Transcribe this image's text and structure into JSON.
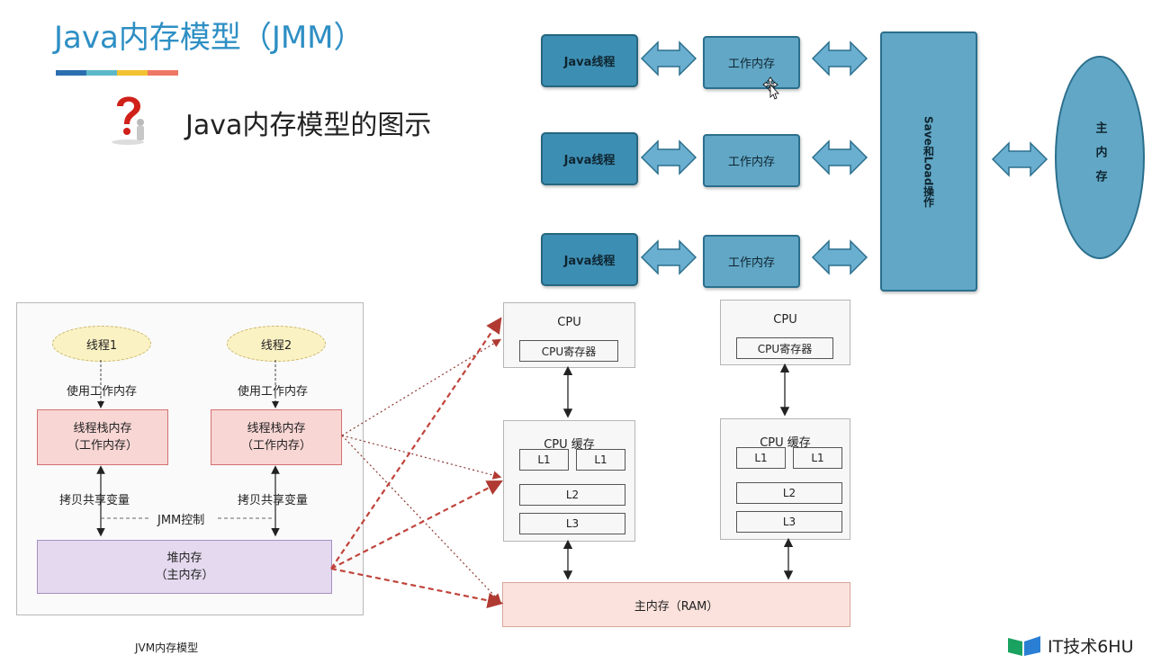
{
  "header": {
    "title": "Java内存模型（JMM）",
    "subtitle": "Java内存模型的图示",
    "bar_colors": [
      "#2a6fb0",
      "#5cb8c9",
      "#f2c230",
      "#ee7766"
    ]
  },
  "top_diagram": {
    "threads": [
      "Java线程",
      "Java线程",
      "Java线程"
    ],
    "work_memories": [
      "工作内存",
      "工作内存",
      "工作内存"
    ],
    "save_load": "Save和Load操作",
    "main_memory": "主内存"
  },
  "jvm_model": {
    "thread1": "线程1",
    "thread2": "线程2",
    "use_work_memory_1": "使用工作内存",
    "use_work_memory_2": "使用工作内存",
    "stack1_line1": "线程栈内存",
    "stack1_line2": "（工作内存）",
    "stack2_line1": "线程栈内存",
    "stack2_line2": "（工作内存）",
    "copy_shared_1": "拷贝共享变量",
    "copy_shared_2": "拷贝共享变量",
    "jmm_control": "JMM控制",
    "heap_line1": "堆内存",
    "heap_line2": "（主内存）",
    "caption": "JVM内存模型"
  },
  "hardware": {
    "cpu1": {
      "title": "CPU",
      "register": "CPU寄存器",
      "cache_title": "CPU 缓存",
      "l1a": "L1",
      "l1b": "L1",
      "l2": "L2",
      "l3": "L3"
    },
    "cpu2": {
      "title": "CPU",
      "register": "CPU寄存器",
      "cache_title": "CPU 缓存",
      "l1a": "L1",
      "l1b": "L1",
      "l2": "L2",
      "l3": "L3"
    },
    "ram": "主内存（RAM）"
  },
  "watermark": {
    "text": "IT技术6HU",
    "icon": "book-logo-icon"
  },
  "icons": {
    "question": "question-figure-icon",
    "cursor": "move-cursor-icon"
  }
}
